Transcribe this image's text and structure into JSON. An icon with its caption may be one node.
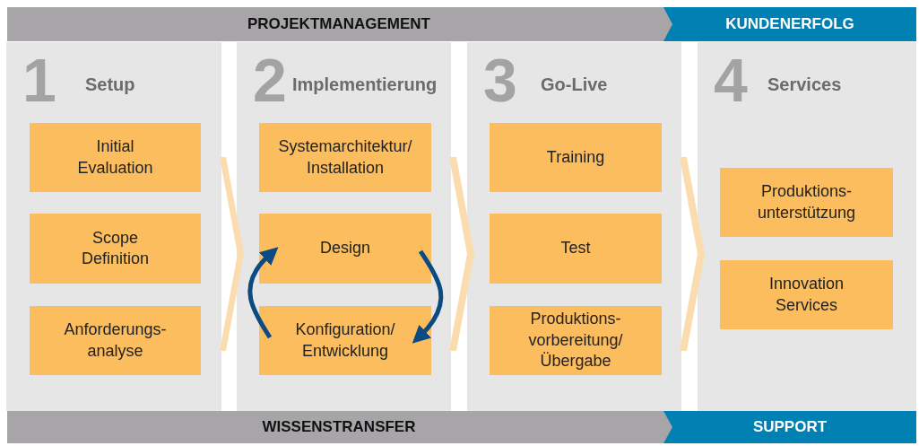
{
  "diagram": {
    "nodes": [
      {
        "text": [
          "PROJEKTMANAGEMENT"
        ]
      },
      {
        "text": [
          "KUNDENERFOLG"
        ]
      },
      {
        "text": [
          "WISSENSTRANSFER"
        ]
      },
      {
        "text": [
          "SUPPORT"
        ]
      },
      {
        "text": [
          "1",
          "Setup"
        ]
      },
      {
        "text": [
          "Initial Evaluation"
        ],
        "in": 4
      },
      {
        "text": [
          "Scope Definition"
        ],
        "in": 4
      },
      {
        "text": [
          "Anforderungs- analyse"
        ],
        "in": 4
      },
      {
        "text": [
          "2",
          "Implementierung"
        ]
      },
      {
        "text": [
          "Systemarchitektur/ Installation"
        ],
        "in": 8
      },
      {
        "text": [
          "Design"
        ],
        "in": 8
      },
      {
        "text": [
          "Konfiguration/ Entwicklung"
        ],
        "in": 8
      },
      {
        "text": [
          "3",
          "Go-Live"
        ]
      },
      {
        "text": [
          "Training"
        ],
        "in": 12
      },
      {
        "text": [
          "Test"
        ],
        "in": 12
      },
      {
        "text": [
          "Produktions- vorbereitung/ Übergabe"
        ],
        "in": 12
      },
      {
        "text": [
          "4",
          "Services"
        ]
      },
      {
        "text": [
          "Produktions- unterstützung"
        ],
        "in": 16
      },
      {
        "text": [
          "Innovation Services"
        ],
        "in": 16
      }
    ],
    "edges": [
      {
        "from": 4,
        "to": 8,
        "arrow": "to",
        "style": "thick",
        "color": "#fbdcae"
      },
      {
        "from": 8,
        "to": 12,
        "arrow": "to",
        "style": "thick",
        "color": "#fbdcae"
      },
      {
        "from": 12,
        "to": 16,
        "arrow": "to",
        "style": "thick",
        "color": "#fbdcae"
      },
      {
        "from": 11,
        "to": 10,
        "arrow": "to"
      },
      {
        "from": 10,
        "to": 11,
        "arrow": "to"
      }
    ]
  }
}
